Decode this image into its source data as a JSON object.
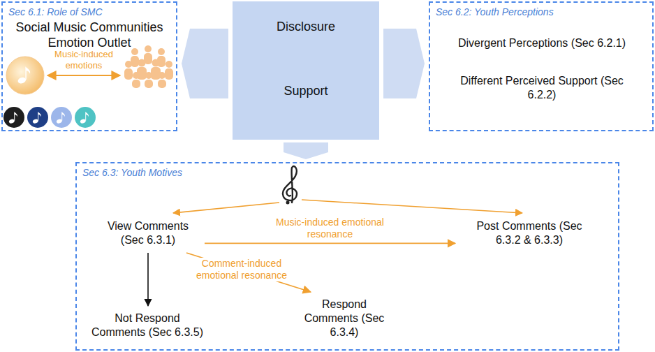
{
  "diagram": {
    "nodes": [
      {
        "text": [
          "Sec 6.1: Role of SMC",
          "Social Music Communities Emotion Outlet"
        ]
      },
      {
        "text": [
          "Disclosure",
          "Support"
        ]
      },
      {
        "text": [
          "Sec 6.2: Youth Perceptions"
        ]
      },
      {
        "text": [
          "Divergent Perceptions (Sec 6.2.1)"
        ],
        "in": 2
      },
      {
        "text": [
          "Different Perceived Support (Sec 6.2.2)"
        ],
        "in": 2
      },
      {
        "text": [
          "Sec 6.3: Youth Motives"
        ]
      },
      {
        "text": [
          "View Comments (Sec 6.3.1)"
        ],
        "in": 5
      },
      {
        "text": [
          "Post Comments (Sec 6.3.2 & 6.3.3)"
        ],
        "in": 5
      },
      {
        "text": [
          "Not Respond Comments (Sec 6.3.5)"
        ],
        "in": 5
      },
      {
        "text": [
          "Respond Comments (Sec 6.3.4)"
        ],
        "in": 5
      }
    ],
    "edges": [
      {
        "from": 1,
        "to": 0,
        "arrow": "to"
      },
      {
        "from": 1,
        "to": 2,
        "arrow": "to"
      },
      {
        "from": 1,
        "to": 5,
        "arrow": "to"
      },
      {
        "from": 6,
        "to": 7,
        "label": "Music-induced emotional resonance",
        "arrow": "to"
      },
      {
        "from": 6,
        "to": 9,
        "label": "Comment-induced emotional resonance",
        "arrow": "to"
      },
      {
        "from": 6,
        "to": 8,
        "arrow": "to"
      }
    ],
    "labels": [
      "Music-induced emotions"
    ]
  }
}
